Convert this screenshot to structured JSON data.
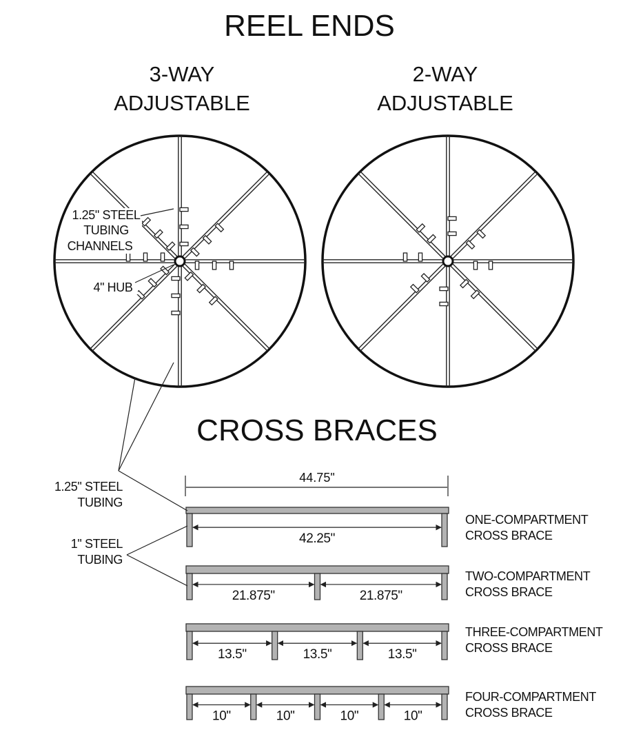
{
  "titles": {
    "reel_ends": "REEL ENDS",
    "three_way_line1": "3-WAY",
    "three_way_line2": "ADJUSTABLE",
    "two_way_line1": "2-WAY",
    "two_way_line2": "ADJUSTABLE",
    "cross_braces": "CROSS BRACES"
  },
  "reel_labels": {
    "tubing_line1": "1.25\" STEEL",
    "tubing_line2": "TUBING",
    "channels": "CHANNELS",
    "hub": "4\" HUB"
  },
  "tubing_labels": {
    "large_line1": "1.25\" STEEL",
    "large_line2": "TUBING",
    "small_line1": "1\" STEEL",
    "small_line2": "TUBING"
  },
  "overall_width": "44.75\"",
  "braces": [
    {
      "name_line1": "ONE-COMPARTMENT",
      "name_line2": "CROSS BRACE",
      "compartments": [
        "42.25\""
      ]
    },
    {
      "name_line1": "TWO-COMPARTMENT",
      "name_line2": "CROSS BRACE",
      "compartments": [
        "21.875\"",
        "21.875\""
      ]
    },
    {
      "name_line1": "THREE-COMPARTMENT",
      "name_line2": "CROSS BRACE",
      "compartments": [
        "13.5\"",
        "13.5\"",
        "13.5\""
      ]
    },
    {
      "name_line1": "FOUR-COMPARTMENT",
      "name_line2": "CROSS BRACE",
      "compartments": [
        "10\"",
        "10\"",
        "10\"",
        "10\""
      ]
    }
  ]
}
